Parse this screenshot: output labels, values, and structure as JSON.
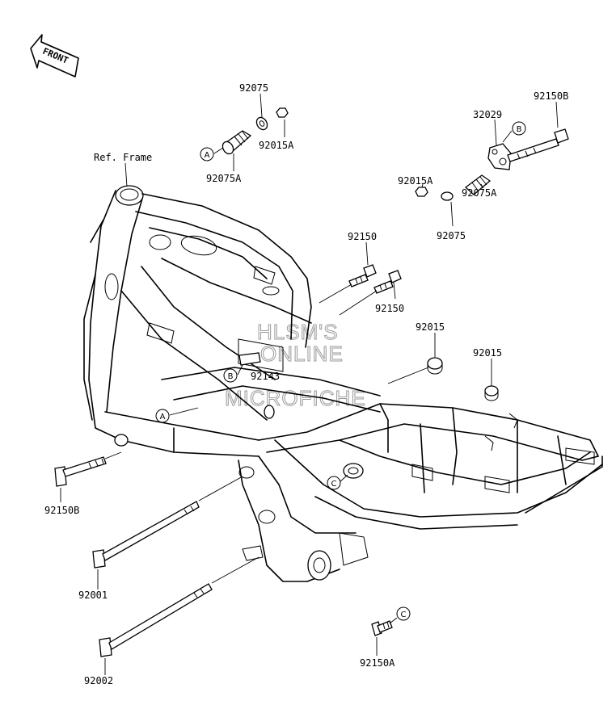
{
  "front_arrow": {
    "label": "FRONT"
  },
  "ref_frame": {
    "label": "Ref. Frame"
  },
  "parts": [
    {
      "id": "p-92075-top",
      "label": "92075"
    },
    {
      "id": "p-92015A-top",
      "label": "92015A"
    },
    {
      "id": "p-92075A-top",
      "label": "92075A"
    },
    {
      "id": "p-32029",
      "label": "32029"
    },
    {
      "id": "p-92150B-top",
      "label": "92150B"
    },
    {
      "id": "p-92015A-right",
      "label": "92015A"
    },
    {
      "id": "p-92075A-right",
      "label": "92075A"
    },
    {
      "id": "p-92075-right",
      "label": "92075"
    },
    {
      "id": "p-92150-a",
      "label": "92150"
    },
    {
      "id": "p-92150-b",
      "label": "92150"
    },
    {
      "id": "p-92015-a",
      "label": "92015"
    },
    {
      "id": "p-92015-b",
      "label": "92015"
    },
    {
      "id": "p-92143",
      "label": "92143"
    },
    {
      "id": "p-92150B-left",
      "label": "92150B"
    },
    {
      "id": "p-92001",
      "label": "92001"
    },
    {
      "id": "p-92002",
      "label": "92002"
    },
    {
      "id": "p-92150A",
      "label": "92150A"
    }
  ],
  "callouts": {
    "a": "A",
    "b": "B",
    "c": "C"
  },
  "watermark": [
    "HLSM'S",
    "ONLINE",
    "MICROFICHE"
  ]
}
